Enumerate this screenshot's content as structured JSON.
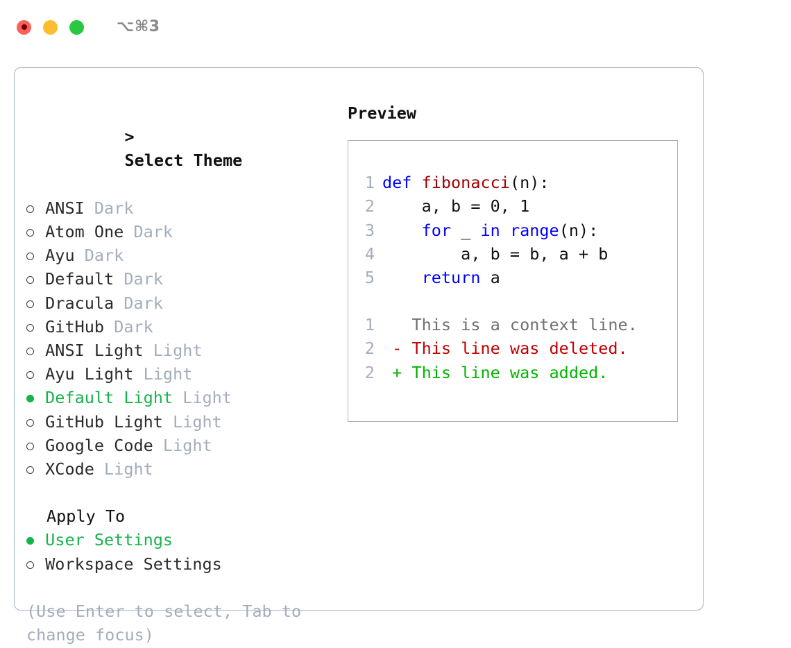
{
  "window": {
    "shortcut_label": "⌥⌘3",
    "traffic_lights": [
      {
        "name": "close",
        "color": "#fc6158",
        "recording_dot": true
      },
      {
        "name": "minimize",
        "color": "#fdbd2e",
        "recording_dot": false
      },
      {
        "name": "maximize",
        "color": "#28c840",
        "recording_dot": false
      }
    ]
  },
  "theme_panel": {
    "header": "> Select Theme",
    "caret": ">",
    "header_text": "Select Theme",
    "items": [
      {
        "marker": "○",
        "label": "ANSI",
        "badge": "Dark",
        "selected": false
      },
      {
        "marker": "○",
        "label": "Atom One",
        "badge": "Dark",
        "selected": false
      },
      {
        "marker": "○",
        "label": "Ayu",
        "badge": "Dark",
        "selected": false
      },
      {
        "marker": "○",
        "label": "Default",
        "badge": "Dark",
        "selected": false
      },
      {
        "marker": "○",
        "label": "Dracula",
        "badge": "Dark",
        "selected": false
      },
      {
        "marker": "○",
        "label": "GitHub",
        "badge": "Dark",
        "selected": false
      },
      {
        "marker": "○",
        "label": "ANSI Light",
        "badge": "Light",
        "selected": false
      },
      {
        "marker": "○",
        "label": "Ayu Light",
        "badge": "Light",
        "selected": false
      },
      {
        "marker": "●",
        "label": "Default Light",
        "badge": "Light",
        "selected": true
      },
      {
        "marker": "○",
        "label": "GitHub Light",
        "badge": "Light",
        "selected": false
      },
      {
        "marker": "○",
        "label": "Google Code",
        "badge": "Light",
        "selected": false
      },
      {
        "marker": "○",
        "label": "XCode",
        "badge": "Light",
        "selected": false
      }
    ]
  },
  "apply_to": {
    "header": "Apply To",
    "items": [
      {
        "marker": "●",
        "label": "User Settings",
        "selected": true
      },
      {
        "marker": "○",
        "label": "Workspace Settings",
        "selected": false
      }
    ]
  },
  "hint": "(Use Enter to select, Tab to change focus)",
  "preview": {
    "header": "Preview",
    "code_lines": [
      {
        "lineno": "1",
        "tokens": [
          {
            "t": "def ",
            "c": "kw"
          },
          {
            "t": "fibonacci",
            "c": "fn"
          },
          {
            "t": "(n):",
            "c": "txt"
          }
        ]
      },
      {
        "lineno": "2",
        "tokens": [
          {
            "t": "    a, b = ",
            "c": "txt"
          },
          {
            "t": "0",
            "c": "num"
          },
          {
            "t": ", ",
            "c": "txt"
          },
          {
            "t": "1",
            "c": "num"
          }
        ]
      },
      {
        "lineno": "3",
        "tokens": [
          {
            "t": "    ",
            "c": "txt"
          },
          {
            "t": "for",
            "c": "kw"
          },
          {
            "t": " _ ",
            "c": "txt"
          },
          {
            "t": "in",
            "c": "kw"
          },
          {
            "t": " ",
            "c": "txt"
          },
          {
            "t": "range",
            "c": "kw"
          },
          {
            "t": "(n):",
            "c": "txt"
          }
        ]
      },
      {
        "lineno": "4",
        "tokens": [
          {
            "t": "        a, b = b, a + b",
            "c": "txt"
          }
        ]
      },
      {
        "lineno": "5",
        "tokens": [
          {
            "t": "    ",
            "c": "txt"
          },
          {
            "t": "return",
            "c": "kw"
          },
          {
            "t": " a",
            "c": "txt"
          }
        ]
      }
    ],
    "diff_lines": [
      {
        "lineno": "1",
        "sign": " ",
        "text": " This is a context line.",
        "kind": "ctx"
      },
      {
        "lineno": "2",
        "sign": "-",
        "text": " This line was deleted.",
        "kind": "del"
      },
      {
        "lineno": "2",
        "sign": "+",
        "text": " This line was added.",
        "kind": "add"
      }
    ]
  },
  "colors": {
    "accent_green": "#16b34a",
    "muted_gray": "#a3adbb",
    "keyword_blue": "#0000ff",
    "function_red": "#a00000",
    "diff_delete": "#c00000",
    "diff_add": "#00b400",
    "border": "#a7b1bd"
  }
}
